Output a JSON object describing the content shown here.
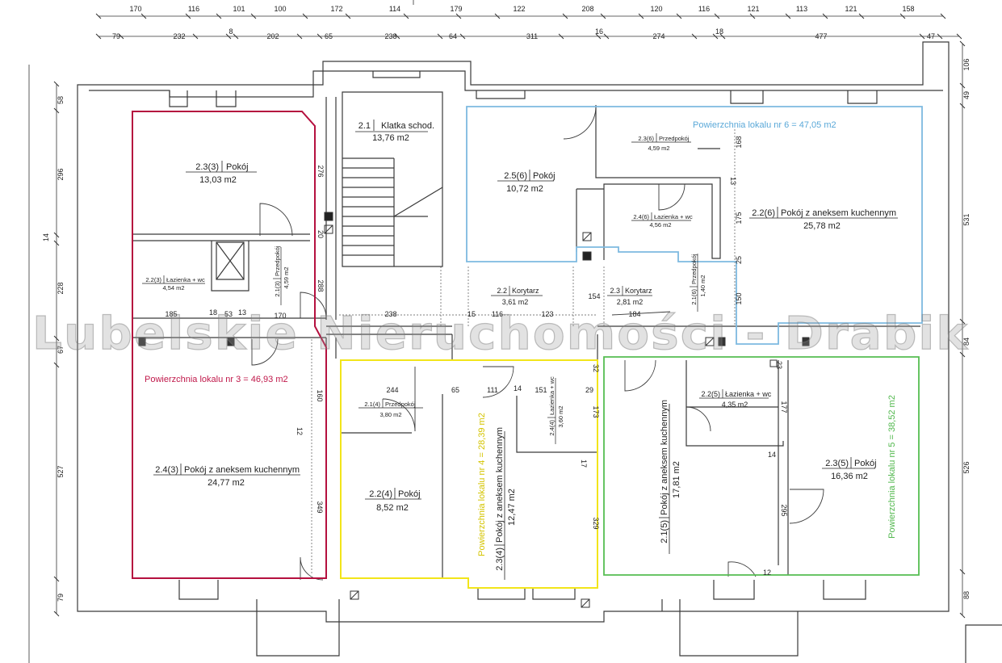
{
  "colors": {
    "unit3": "#b5103f",
    "unit6": "#7db9e0",
    "unit4": "#f2e51a",
    "unit5": "#56bd52",
    "walls": "#3a3a3a"
  },
  "watermark": "Lubelskie Nieruchomości - Drabik",
  "dims": {
    "top1": [
      "170",
      "116",
      "101",
      "100",
      "172",
      "114",
      "179",
      "122",
      "208",
      "120",
      "116",
      "121",
      "113",
      "121",
      "158"
    ],
    "top2": [
      "79",
      "232",
      "8",
      "202",
      "65",
      "238",
      "64",
      "311",
      "16",
      "274",
      "18",
      "477",
      "47"
    ],
    "left": [
      "58",
      "296",
      "14",
      "228",
      "67",
      "527",
      "79"
    ],
    "right": [
      "106",
      "49",
      "531",
      "84",
      "526",
      "88"
    ],
    "inner": {
      "d185": "185",
      "d18": "18",
      "d53": "53",
      "d13": "13",
      "d170": "170",
      "d238": "238",
      "d15": "15",
      "d116": "116",
      "d123": "123",
      "d154": "154",
      "d184": "184",
      "d244": "244",
      "d65": "65",
      "d111": "111",
      "d14a": "14",
      "d151": "151",
      "d29": "29",
      "d160": "160",
      "d12": "12",
      "d349": "349",
      "d288": "288",
      "d276": "276",
      "d20": "20",
      "d168": "168",
      "d13b": "13",
      "d175": "175",
      "d25": "25",
      "d150": "150",
      "d173": "173",
      "d17": "17",
      "d329": "329",
      "d32": "32",
      "d23": "23",
      "d177": "177",
      "d14b": "14",
      "d295": "295",
      "d12b": "12"
    }
  },
  "units": {
    "u3": "Powierzchnia lokalu nr 3 = 46,93 m2",
    "u6": "Powierzchnia lokalu nr 6 = 47,05 m2",
    "u4": "Powierzchnia lokalu nr 4 = 28,39 m2",
    "u5": "Powierzchnia lokalu nr 5 = 38,52 m2"
  },
  "rooms": {
    "r21": {
      "id": "2.1",
      "name": "Klatka schod.",
      "area": "13,76 m2"
    },
    "r233": {
      "id": "2.3(3)",
      "name": "Pokój",
      "area": "13,03 m2"
    },
    "r223": {
      "id": "2.2(3)",
      "name": "Łazienka + wc",
      "area": "4,54 m2"
    },
    "r213": {
      "id": "2.1(3)",
      "name": "Przedpokój",
      "area": "4,59 m2"
    },
    "r243": {
      "id": "2.4(3)",
      "name": "Pokój z aneksem kuchennym",
      "area": "24,77 m2"
    },
    "r256": {
      "id": "2.5(6)",
      "name": "Pokój",
      "area": "10,72 m2"
    },
    "r236": {
      "id": "2.3(6)",
      "name": "Przedpokój",
      "area": "4,59 m2"
    },
    "r246": {
      "id": "2.4(6)",
      "name": "Łazienka + wc",
      "area": "4,56 m2"
    },
    "r226": {
      "id": "2.2(6)",
      "name": "Pokój z aneksem kuchennym",
      "area": "25,78 m2"
    },
    "r216": {
      "id": "2.1(6)",
      "name": "Przedpokój",
      "area": "1,40 m2"
    },
    "r22": {
      "id": "2.2",
      "name": "Korytarz",
      "area": "3,61 m2"
    },
    "r23": {
      "id": "2.3",
      "name": "Korytarz",
      "area": "2,81 m2"
    },
    "r214": {
      "id": "2.1(4)",
      "name": "Przedpokój",
      "area": "3,80 m2"
    },
    "r244": {
      "id": "2.4(4)",
      "name": "Łazienka + wc",
      "area": "3,60 m2"
    },
    "r224": {
      "id": "2.2(4)",
      "name": "Pokój",
      "area": "8,52 m2"
    },
    "r234": {
      "id": "2.3(4)",
      "name": "Pokój z aneksem kuchennym",
      "area": "12,47 m2"
    },
    "r215": {
      "id": "2.1(5)",
      "name": "Pokój z aneksem kuchennym",
      "area": "17,81 m2"
    },
    "r225": {
      "id": "2.2(5)",
      "name": "Łazienka + wc",
      "area": "4,35 m2"
    },
    "r235": {
      "id": "2.3(5)",
      "name": "Pokój",
      "area": "16,36 m2"
    }
  }
}
